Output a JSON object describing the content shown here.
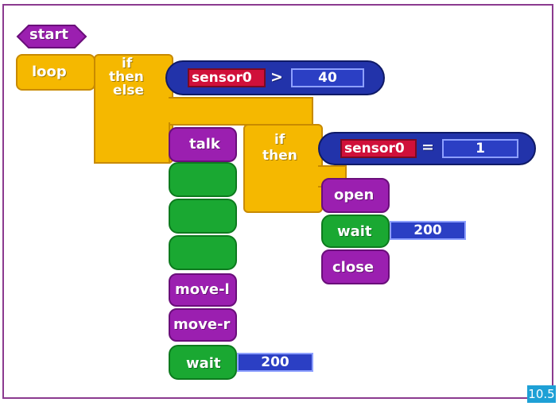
{
  "blocks": {
    "start": "start",
    "loop": "loop",
    "if_then_else": [
      "if",
      "then",
      "else"
    ],
    "cond1": {
      "sensor": "sensor0",
      "op": ">",
      "value": "40"
    },
    "talk": "talk",
    "if_then": [
      "if",
      "then"
    ],
    "cond2": {
      "sensor": "sensor0",
      "op": "=",
      "value": "1"
    },
    "open": "open",
    "wait1": {
      "label": "wait",
      "value": "200"
    },
    "close": "close",
    "move_l": "move-l",
    "move_r": "move-r",
    "wait2": {
      "label": "wait",
      "value": "200"
    }
  },
  "figure_number": "10.5",
  "colors": {
    "control": "#f5b800",
    "action": "#9b1fb0",
    "timing": "#1aa832",
    "comparator": "#2233aa",
    "sensor": "#d0103a"
  }
}
